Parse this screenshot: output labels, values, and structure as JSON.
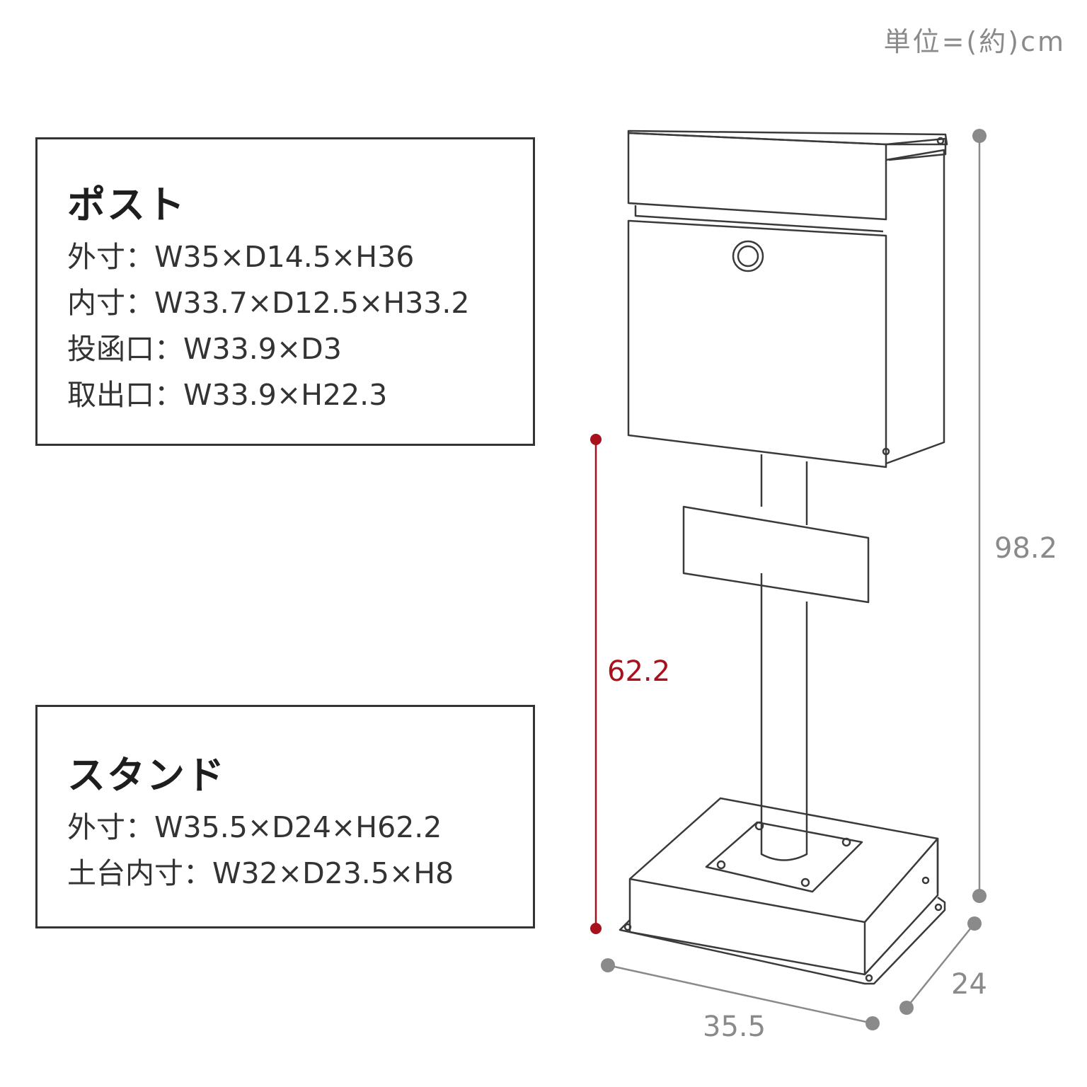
{
  "unit_note": "単位=(約)cm",
  "post": {
    "title": "ポスト",
    "specs": [
      "外寸：W35×D14.5×H36",
      "内寸：W33.7×D12.5×H33.2",
      "投函口：W33.9×D3",
      "取出口：W33.9×H22.3"
    ]
  },
  "stand": {
    "title": "スタンド",
    "specs": [
      "外寸：W35.5×D24×H62.2",
      "土台内寸：W32×D23.5×H8"
    ]
  },
  "dimensions": {
    "total_height": "98.2",
    "stand_height": "62.2",
    "width": "35.5",
    "depth": "24"
  },
  "colors": {
    "line": "#3a3a3a",
    "dimension_gray": "#8a8a8a",
    "accent_red": "#a8101c"
  }
}
